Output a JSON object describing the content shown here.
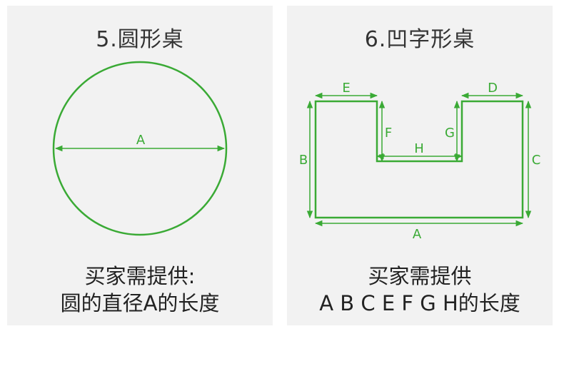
{
  "accent_color": "#3aaa35",
  "left": {
    "title": "5.圆形桌",
    "dimension_label": "A",
    "caption_line1": "买家需提供:",
    "caption_line2": "圆的直径A的长度"
  },
  "right": {
    "title": "6.凹字形桌",
    "labels": {
      "A": "A",
      "B": "B",
      "C": "C",
      "D": "D",
      "E": "E",
      "F": "F",
      "G": "G",
      "H": "H"
    },
    "caption_line1": "买家需提供",
    "caption_line2": "A B C E F G H的长度"
  }
}
